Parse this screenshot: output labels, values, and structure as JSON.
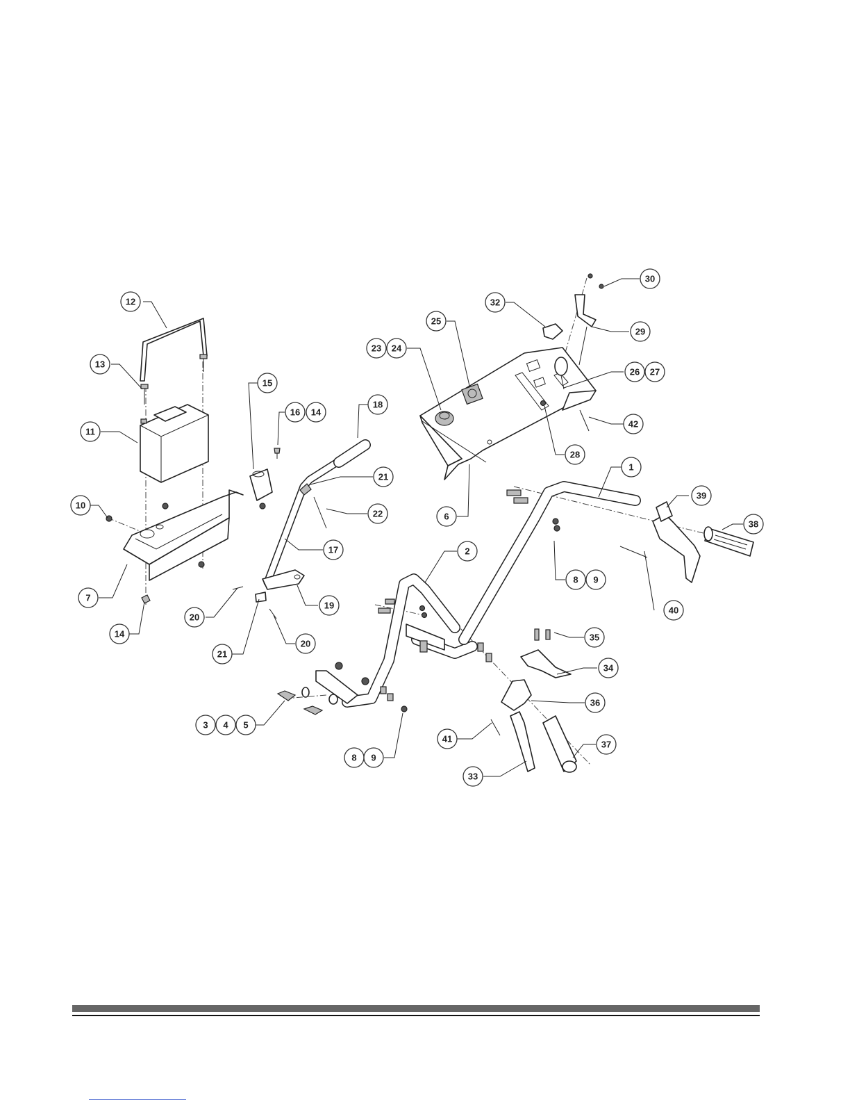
{
  "callouts": [
    {
      "id": "c1",
      "label": "1"
    },
    {
      "id": "c2",
      "label": "2"
    },
    {
      "id": "c3",
      "label": "3"
    },
    {
      "id": "c4",
      "label": "4"
    },
    {
      "id": "c5",
      "label": "5"
    },
    {
      "id": "c6",
      "label": "6"
    },
    {
      "id": "c7",
      "label": "7"
    },
    {
      "id": "c8a",
      "label": "8"
    },
    {
      "id": "c9a",
      "label": "9"
    },
    {
      "id": "c8b",
      "label": "8"
    },
    {
      "id": "c9b",
      "label": "9"
    },
    {
      "id": "c10",
      "label": "10"
    },
    {
      "id": "c11",
      "label": "11"
    },
    {
      "id": "c12",
      "label": "12"
    },
    {
      "id": "c13",
      "label": "13"
    },
    {
      "id": "c14a",
      "label": "14"
    },
    {
      "id": "c14b",
      "label": "14"
    },
    {
      "id": "c15",
      "label": "15"
    },
    {
      "id": "c16",
      "label": "16"
    },
    {
      "id": "c17",
      "label": "17"
    },
    {
      "id": "c18",
      "label": "18"
    },
    {
      "id": "c19",
      "label": "19"
    },
    {
      "id": "c20a",
      "label": "20"
    },
    {
      "id": "c20b",
      "label": "20"
    },
    {
      "id": "c21a",
      "label": "21"
    },
    {
      "id": "c21b",
      "label": "21"
    },
    {
      "id": "c22",
      "label": "22"
    },
    {
      "id": "c23",
      "label": "23"
    },
    {
      "id": "c24",
      "label": "24"
    },
    {
      "id": "c25",
      "label": "25"
    },
    {
      "id": "c26",
      "label": "26"
    },
    {
      "id": "c27",
      "label": "27"
    },
    {
      "id": "c28",
      "label": "28"
    },
    {
      "id": "c29",
      "label": "29"
    },
    {
      "id": "c30",
      "label": "30"
    },
    {
      "id": "c32",
      "label": "32"
    },
    {
      "id": "c33",
      "label": "33"
    },
    {
      "id": "c34",
      "label": "34"
    },
    {
      "id": "c35",
      "label": "35"
    },
    {
      "id": "c36",
      "label": "36"
    },
    {
      "id": "c37",
      "label": "37"
    },
    {
      "id": "c38",
      "label": "38"
    },
    {
      "id": "c39",
      "label": "39"
    },
    {
      "id": "c40",
      "label": "40"
    },
    {
      "id": "c41",
      "label": "41"
    },
    {
      "id": "c42",
      "label": "42"
    }
  ]
}
